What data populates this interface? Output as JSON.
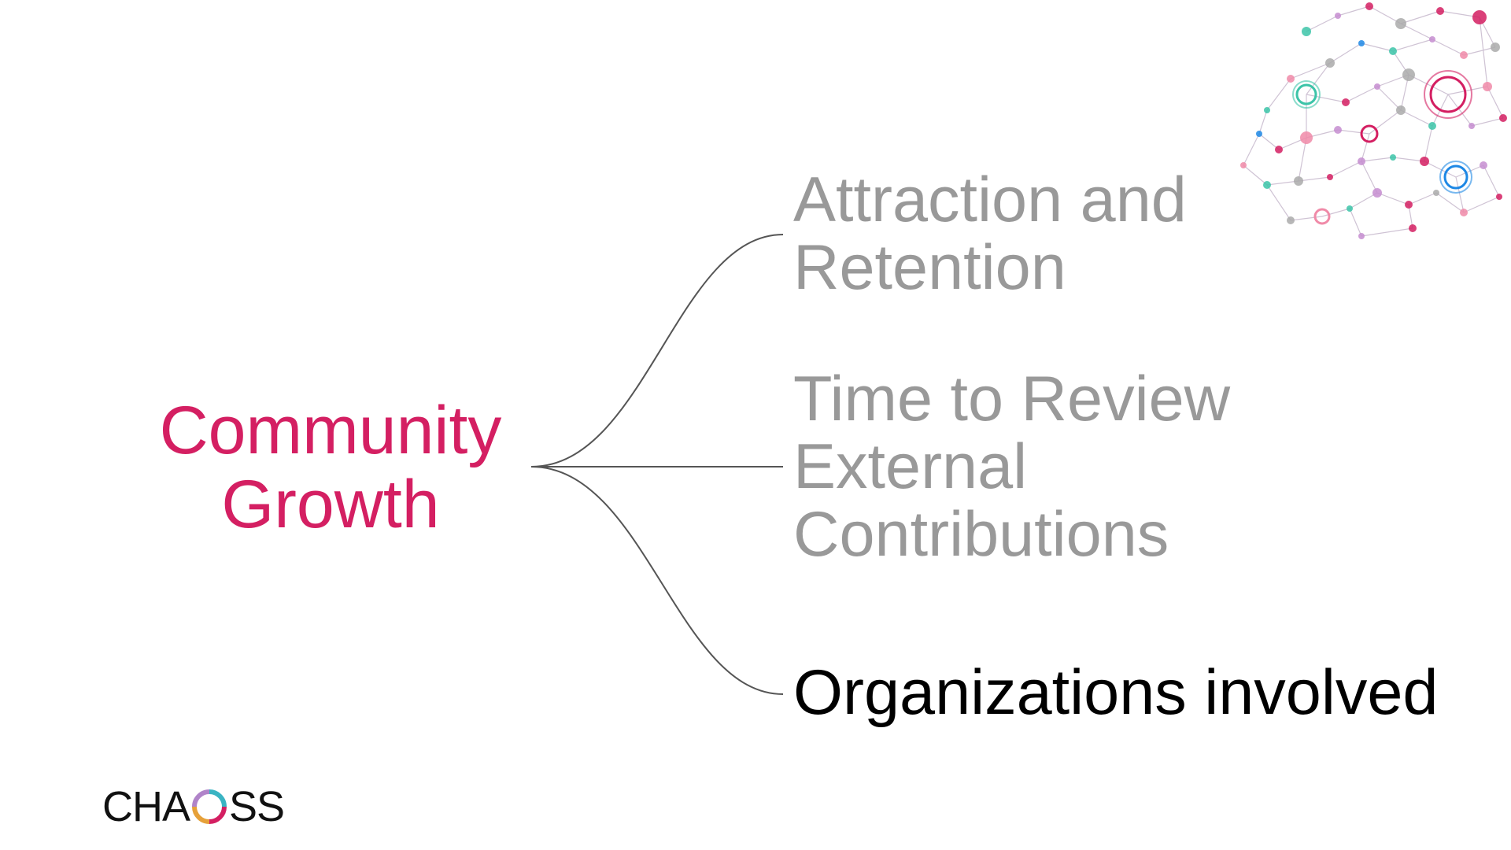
{
  "diagram": {
    "root": {
      "label": "Community\nGrowth",
      "color": "#d41f62"
    },
    "branches": [
      {
        "label": "Attraction and\nRetention",
        "color": "#999999"
      },
      {
        "label": "Time to Review\nExternal\nContributions",
        "color": "#999999"
      },
      {
        "label": "Organizations involved",
        "color": "#000000"
      }
    ],
    "connector_color": "#555555"
  },
  "logo": {
    "text_left": "CHA",
    "text_right": "SS",
    "ring_colors": [
      "#3ab4c3",
      "#d41f62",
      "#e6a13a",
      "#b084c9"
    ]
  },
  "decoration": {
    "network_icon": "network-graph-icon",
    "colors": [
      "#d41f62",
      "#3cc4a8",
      "#1e88e5",
      "#aaaaaa",
      "#c58dd0",
      "#f08aa8"
    ]
  }
}
